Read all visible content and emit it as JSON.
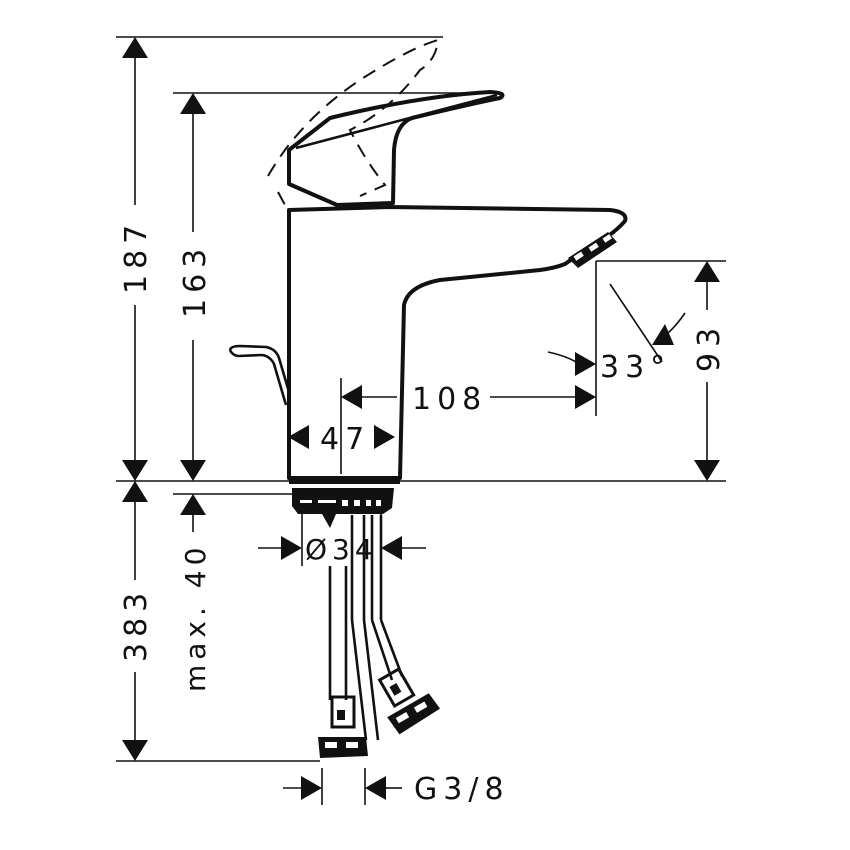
{
  "drawing": {
    "subject": "Basin mixer tap dimension drawing",
    "line_color": "#111111",
    "background": "#ffffff",
    "units": "mm"
  },
  "dimensions": {
    "overall_height_lever_open": "187",
    "height_to_lever": "163",
    "spout_outlet_height": "93",
    "spout_projection": "108",
    "body_width": "47",
    "spray_angle": "33°",
    "below_deck_length": "383",
    "max_deck_thickness": "max. 40",
    "mounting_hole_diameter": "Ø34",
    "connection_thread": "G3/8"
  }
}
